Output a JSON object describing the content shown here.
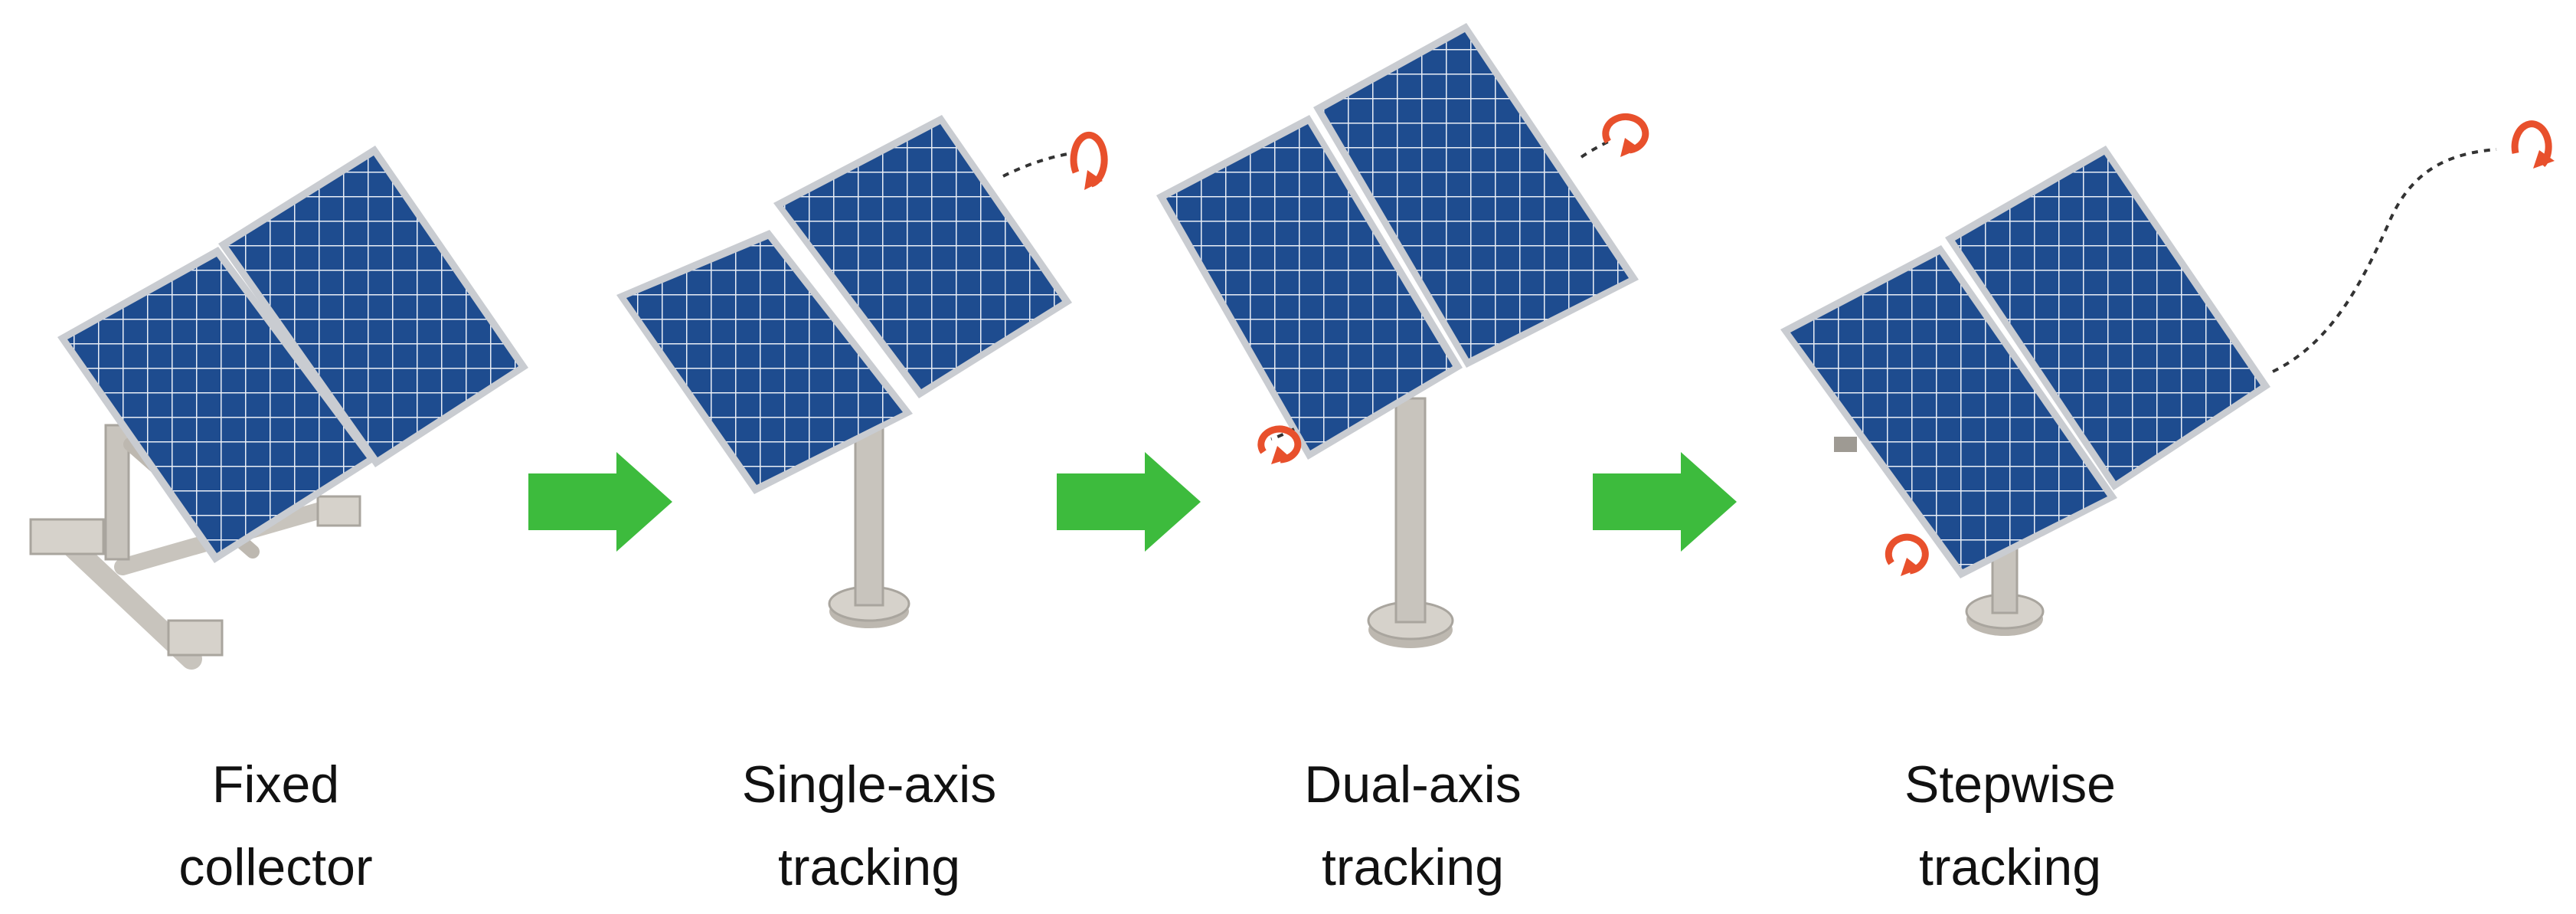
{
  "stages": [
    {
      "id": "fixed",
      "label_line1": "Fixed",
      "label_line2": "collector"
    },
    {
      "id": "single",
      "label_line1": "Single-axis",
      "label_line2": "tracking"
    },
    {
      "id": "dual",
      "label_line1": "Dual-axis",
      "label_line2": "tracking"
    },
    {
      "id": "stepwise",
      "label_line1": "Stepwise",
      "label_line2": "tracking"
    }
  ],
  "colors": {
    "panel_fill": "#1e4c8f",
    "panel_frame": "#c9ccd1",
    "cell_line": "#ffffff",
    "pole": "#c8c4bd",
    "pole_shadow": "#a9a59e",
    "arrow": "#3dbb3d",
    "rotation_icon": "#e8502c"
  },
  "icons": [
    "rotation-arrow-icon",
    "green-right-arrow-icon"
  ]
}
